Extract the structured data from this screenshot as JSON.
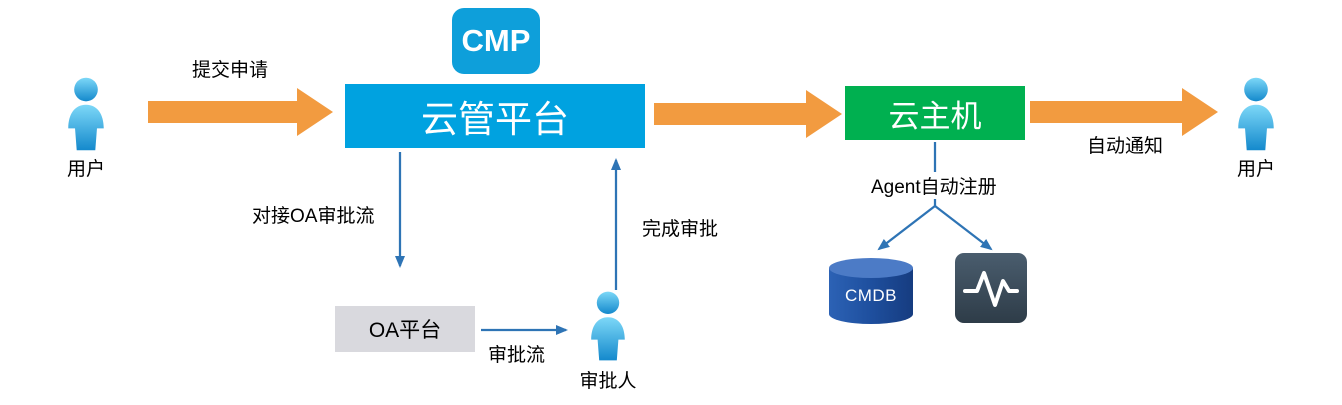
{
  "diagram": {
    "background": "#ffffff",
    "nodes": {
      "user_left": {
        "label": "用户",
        "icon": "person-icon"
      },
      "cmp_badge": {
        "label": "CMP",
        "color": "#0E9FDA"
      },
      "cloud_platform": {
        "label": "云管平台",
        "color": "#00A2E0"
      },
      "cloud_host": {
        "label": "云主机",
        "color": "#00B050"
      },
      "user_right": {
        "label": "用户",
        "icon": "person-icon"
      },
      "oa_platform": {
        "label": "OA平台",
        "color": "#D9D9DE"
      },
      "approver": {
        "label": "审批人",
        "icon": "person-icon"
      },
      "cmdb": {
        "label": "CMDB",
        "icon": "database-cylinder-icon",
        "color": "#1E4F9E"
      },
      "monitor": {
        "icon": "pulse-waveform-icon",
        "color": "#3A4B59"
      }
    },
    "edges": {
      "submit_request": {
        "label": "提交申请",
        "from": "user_left",
        "to": "cloud_platform",
        "style": "orange-block-arrow"
      },
      "platform_to_host": {
        "label": "",
        "from": "cloud_platform",
        "to": "cloud_host",
        "style": "orange-block-arrow"
      },
      "auto_notify": {
        "label": "自动通知",
        "from": "cloud_host",
        "to": "user_right",
        "style": "orange-block-arrow"
      },
      "oa_connect": {
        "label": "对接OA审批流",
        "from": "cloud_platform",
        "to": "oa_platform",
        "style": "thin-blue-arrow"
      },
      "approval_flow": {
        "label": "审批流",
        "from": "oa_platform",
        "to": "approver",
        "style": "thin-blue-arrow"
      },
      "complete_approval": {
        "label": "完成审批",
        "from": "approver",
        "to": "cloud_platform",
        "style": "thin-blue-arrow"
      },
      "agent_register": {
        "label": "Agent自动注册",
        "from": "cloud_host",
        "to": "cmdb_and_monitor",
        "style": "thin-blue-branch-arrow"
      }
    },
    "colors": {
      "arrow_orange": "#F29B40",
      "connector_blue": "#2E74B5"
    }
  }
}
